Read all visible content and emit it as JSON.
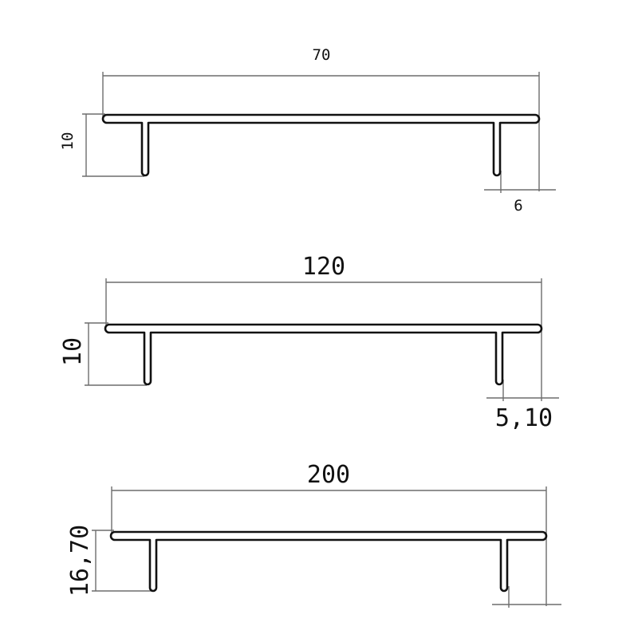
{
  "profiles": [
    {
      "id": "handle-70",
      "length_label": "70",
      "height_label": "10",
      "offset_label": "6"
    },
    {
      "id": "handle-120",
      "length_label": "120",
      "height_label": "10",
      "offset_label": "5,10"
    },
    {
      "id": "handle-200",
      "length_label": "200",
      "height_label": "16,70",
      "offset_label": ""
    }
  ],
  "colors": {
    "outline": "#111111",
    "dimension": "#6d6d6d",
    "background": "#ffffff"
  }
}
